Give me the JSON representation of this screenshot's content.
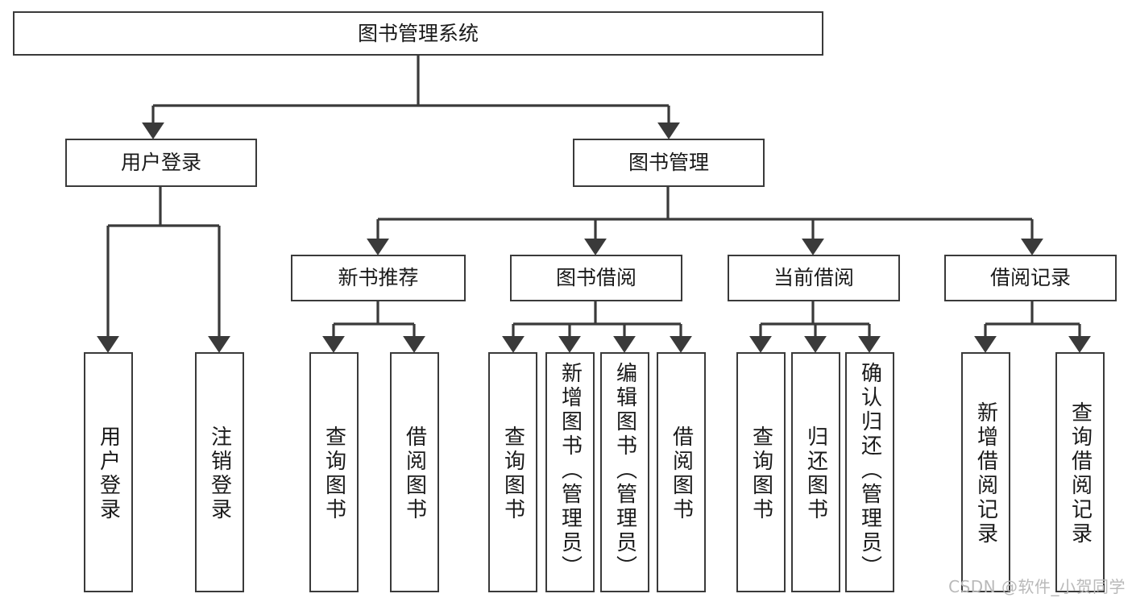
{
  "diagram": {
    "title": "图书管理系统",
    "type": "tree",
    "stroke_color": "#3a3a3a",
    "text_color": "#1a1a1a",
    "background": "#ffffff",
    "root": {
      "label": "图书管理系统"
    },
    "level2": [
      {
        "label": "用户登录"
      },
      {
        "label": "图书管理"
      }
    ],
    "level3": [
      {
        "label": "新书推荐"
      },
      {
        "label": "图书借阅"
      },
      {
        "label": "当前借阅"
      },
      {
        "label": "借阅记录"
      }
    ],
    "leaves": {
      "user_login": [
        {
          "label": "用户登录"
        },
        {
          "label": "注销登录"
        }
      ],
      "new_book_recommend": [
        {
          "label": "查询图书"
        },
        {
          "label": "借阅图书"
        }
      ],
      "book_borrow": [
        {
          "label": "查询图书"
        },
        {
          "label": "新增图书（管理员）"
        },
        {
          "label": "编辑图书（管理员）"
        },
        {
          "label": "借阅图书"
        }
      ],
      "current_borrow": [
        {
          "label": "查询图书"
        },
        {
          "label": "归还图书"
        },
        {
          "label": "确认归还（管理员）"
        }
      ],
      "borrow_record": [
        {
          "label": "新增借阅记录"
        },
        {
          "label": "查询借阅记录"
        }
      ]
    }
  },
  "watermark": {
    "text": "CSDN @软件_小贺同学"
  }
}
